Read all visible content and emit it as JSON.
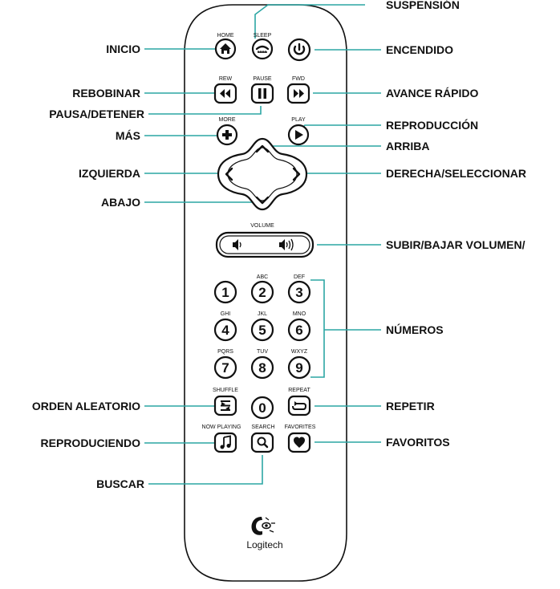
{
  "button_labels": {
    "home": "HOME",
    "sleep": "SLEEP",
    "rew": "REW",
    "pause": "PAUSE",
    "fwd": "FWD",
    "more": "MORE",
    "play": "PLAY",
    "volume": "VOLUME",
    "shuffle": "SHUFFLE",
    "repeat": "REPEAT",
    "now_playing": "NOW PLAYING",
    "search": "SEARCH",
    "favorites": "FAVORITES"
  },
  "keypad": {
    "digits": [
      "1",
      "2",
      "3",
      "4",
      "5",
      "6",
      "7",
      "8",
      "9",
      "0"
    ],
    "letters": [
      "",
      "ABC",
      "DEF",
      "GHI",
      "JKL",
      "MNO",
      "PQRS",
      "TUV",
      "WXYZ"
    ]
  },
  "callouts": {
    "left": {
      "inicio": "INICIO",
      "rebobinar": "REBOBINAR",
      "pausa": "PAUSA/DETENER",
      "mas": "MÁS",
      "izquierda": "IZQUIERDA",
      "abajo": "ABAJO",
      "orden": "ORDEN ALEATORIO",
      "reproduciendo": "REPRODUCIENDO",
      "buscar": "BUSCAR"
    },
    "right": {
      "suspension": "SUSPENSIÓN",
      "encendido": "ENCENDIDO",
      "avance": "AVANCE RÁPIDO",
      "reproduccion": "REPRODUCCIÓN",
      "arriba": "ARRIBA",
      "derecha": "DERECHA/SELECCIONAR",
      "volumen": "SUBIR/BAJAR VOLUMEN/",
      "numeros": "NÚMEROS",
      "repetir": "REPETIR",
      "favoritos": "FAVORITOS"
    }
  },
  "brand": {
    "name": "Logitech"
  },
  "colors": {
    "leader": "#2ca6a4",
    "ink": "#111111",
    "background": "#ffffff"
  }
}
